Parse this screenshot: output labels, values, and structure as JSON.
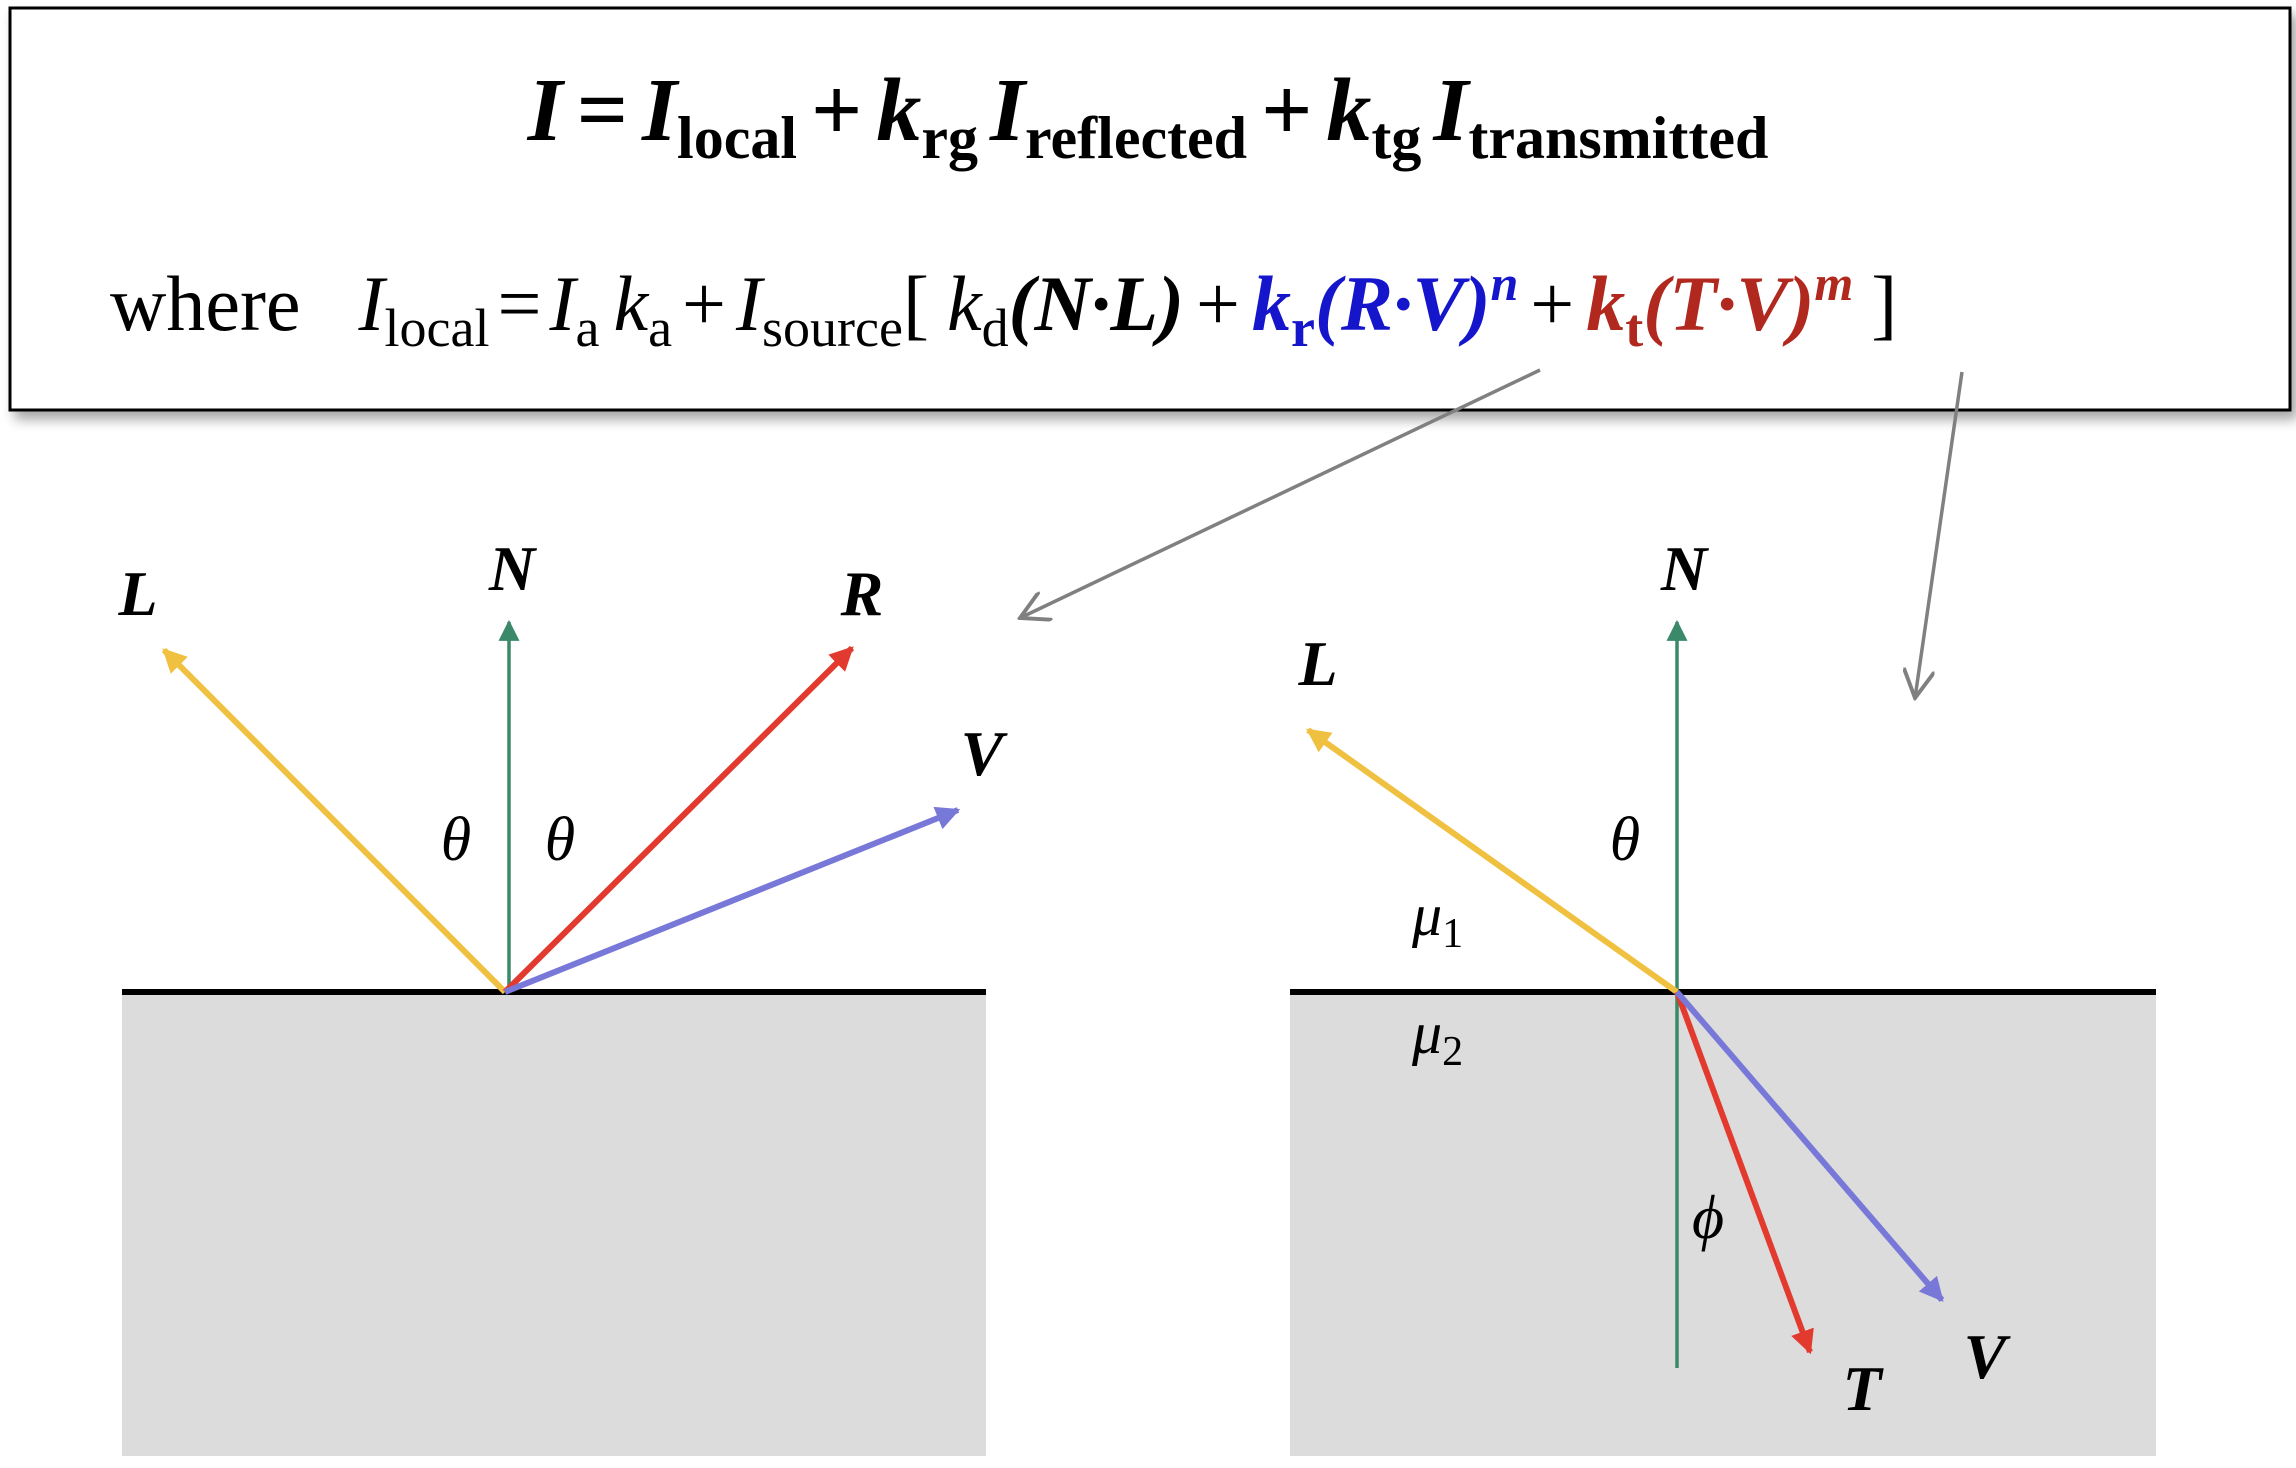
{
  "equation": {
    "main": {
      "I": "I",
      "eq": "=",
      "I1": "I",
      "sub_local": "local",
      "plus1": "+",
      "k1": "k",
      "sub_rg": "rg",
      "I2": "I",
      "sub_reflected": "reflected",
      "plus2": "+",
      "k2": "k",
      "sub_tg": "tg",
      "I3": "I",
      "sub_transmitted": "transmitted"
    },
    "where": {
      "word": "where",
      "I": "I",
      "sub_local": "local",
      "eq": "=",
      "Ia": "I",
      "sub_a1": "a",
      "ka": "k",
      "sub_a2": "a",
      "plus1": "+",
      "Isource": "I",
      "sub_source": "source",
      "open_bracket": "[",
      "kd": "k",
      "sub_d": "d",
      "paren_nl": "(N·L)",
      "plus2": "+",
      "kr": "k",
      "sub_r": "r",
      "paren_rv": "(R·V)",
      "exp_n": "n",
      "plus3": "+",
      "kt": "k",
      "sub_t": "t",
      "paren_tv": "(T·V)",
      "exp_m": "m",
      "close_bracket": "]"
    }
  },
  "reflection_diagram": {
    "labels": {
      "L": "L",
      "N": "N",
      "R": "R",
      "V": "V",
      "theta_left": "θ",
      "theta_right": "θ"
    }
  },
  "transmission_diagram": {
    "labels": {
      "N": "N",
      "L": "L",
      "theta": "θ",
      "mu1": "μ",
      "mu1_sub": "1",
      "mu2": "μ",
      "mu2_sub": "2",
      "phi": "ϕ",
      "T": "T",
      "V": "V"
    }
  },
  "colors": {
    "L_vector": "#F0C040",
    "N_vector": "#3A8A6A",
    "R_vector": "#E23A2E",
    "V_vector": "#7878D8",
    "T_vector": "#E23A2E",
    "kr_term": "#1515CC",
    "kt_term": "#B0281E",
    "surface_fill": "#DCDCDC",
    "pointer_arrow": "#808080"
  }
}
